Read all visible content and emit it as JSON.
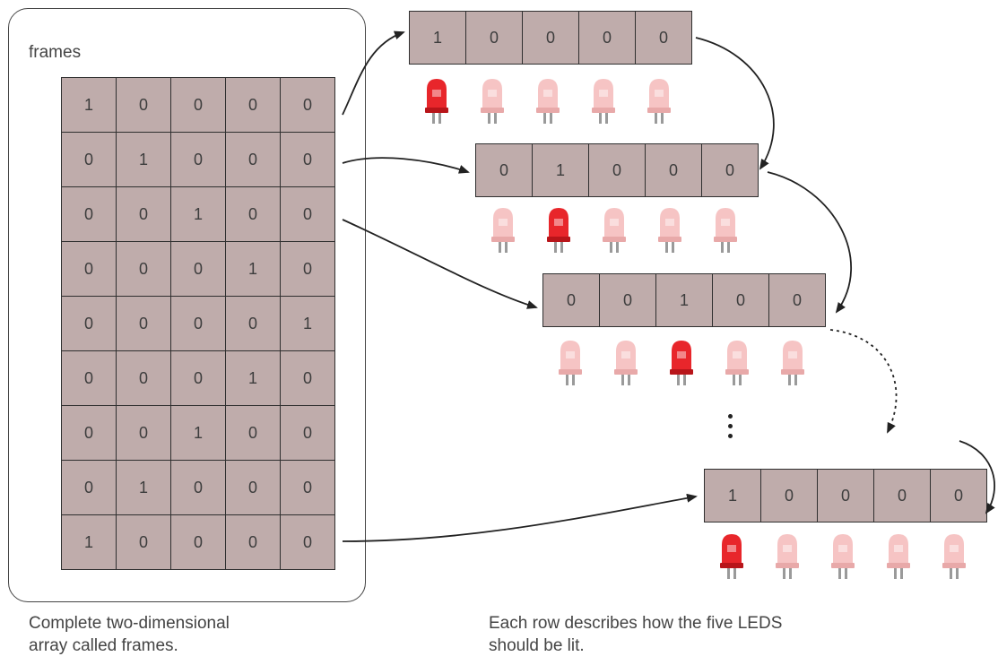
{
  "frames_label": "frames",
  "frames": [
    [
      "1",
      "0",
      "0",
      "0",
      "0"
    ],
    [
      "0",
      "1",
      "0",
      "0",
      "0"
    ],
    [
      "0",
      "0",
      "1",
      "0",
      "0"
    ],
    [
      "0",
      "0",
      "0",
      "1",
      "0"
    ],
    [
      "0",
      "0",
      "0",
      "0",
      "1"
    ],
    [
      "0",
      "0",
      "0",
      "1",
      "0"
    ],
    [
      "0",
      "0",
      "1",
      "0",
      "0"
    ],
    [
      "0",
      "1",
      "0",
      "0",
      "0"
    ],
    [
      "1",
      "0",
      "0",
      "0",
      "0"
    ]
  ],
  "row_views": [
    [
      "1",
      "0",
      "0",
      "0",
      "0"
    ],
    [
      "0",
      "1",
      "0",
      "0",
      "0"
    ],
    [
      "0",
      "0",
      "1",
      "0",
      "0"
    ],
    [
      "1",
      "0",
      "0",
      "0",
      "0"
    ]
  ],
  "captions": {
    "left_line1": "Complete two-dimensional",
    "left_line2": "array called frames.",
    "right_line1": "Each row describes how the five LEDS",
    "right_line2": "should be lit."
  },
  "colors": {
    "cell_fill": "#bfacab",
    "led_on": "#e8262b",
    "led_off": "#f6c4c4"
  }
}
